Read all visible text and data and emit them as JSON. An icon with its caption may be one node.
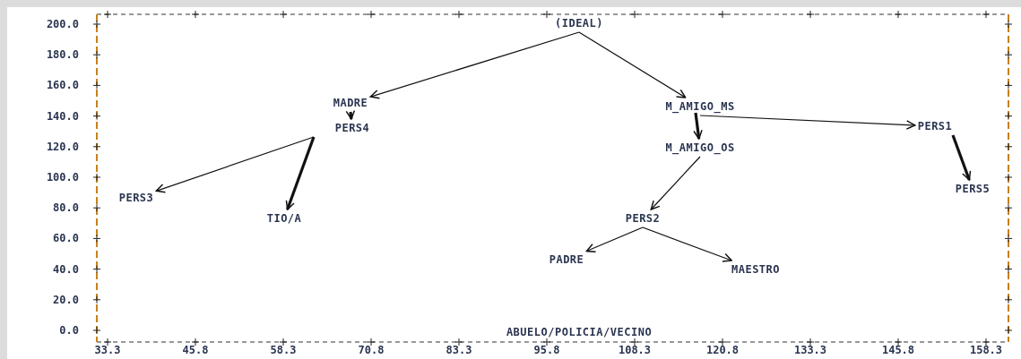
{
  "diagram": {
    "nodes": [
      {
        "text": [
          "(IDEAL)"
        ]
      },
      {
        "text": [
          "MADRE"
        ]
      },
      {
        "text": [
          "PERS4"
        ]
      },
      {
        "text": [
          "M_AMIGO_MS"
        ]
      },
      {
        "text": [
          "PERS1"
        ]
      },
      {
        "text": [
          "M_AMIGO_OS"
        ]
      },
      {
        "text": [
          "PERS3"
        ]
      },
      {
        "text": [
          "TIO/A"
        ]
      },
      {
        "text": [
          "PERS5"
        ]
      },
      {
        "text": [
          "PERS2"
        ]
      },
      {
        "text": [
          "PADRE"
        ]
      },
      {
        "text": [
          "MAESTRO"
        ]
      },
      {
        "text": [
          "ABUELO/POLICIA/VECINO"
        ]
      }
    ],
    "edges": [
      {
        "from": 0,
        "to": 1,
        "arrow": "to"
      },
      {
        "from": 0,
        "to": 3,
        "arrow": "to"
      },
      {
        "from": 1,
        "to": 2,
        "arrow": "to",
        "style": "thick"
      },
      {
        "from": 2,
        "to": 6,
        "arrow": "to"
      },
      {
        "from": 2,
        "to": 7,
        "arrow": "to",
        "style": "thick"
      },
      {
        "from": 3,
        "to": 5,
        "arrow": "to",
        "style": "thick"
      },
      {
        "from": 3,
        "to": 4,
        "arrow": "to"
      },
      {
        "from": 4,
        "to": 8,
        "arrow": "to",
        "style": "thick"
      },
      {
        "from": 5,
        "to": 9,
        "arrow": "to"
      },
      {
        "from": 9,
        "to": 10,
        "arrow": "to"
      },
      {
        "from": 9,
        "to": 11,
        "arrow": "to"
      }
    ],
    "labels": [
      "200.0",
      "180.0",
      "160.0",
      "140.0",
      "120.0",
      "100.0",
      "80.0",
      "60.0",
      "40.0",
      "20.0",
      "0.0",
      "33.3",
      "45.8",
      "58.3",
      "70.8",
      "83.3",
      "95.8",
      "108.3",
      "120.8",
      "133.3",
      "145.8",
      "158.3"
    ]
  }
}
